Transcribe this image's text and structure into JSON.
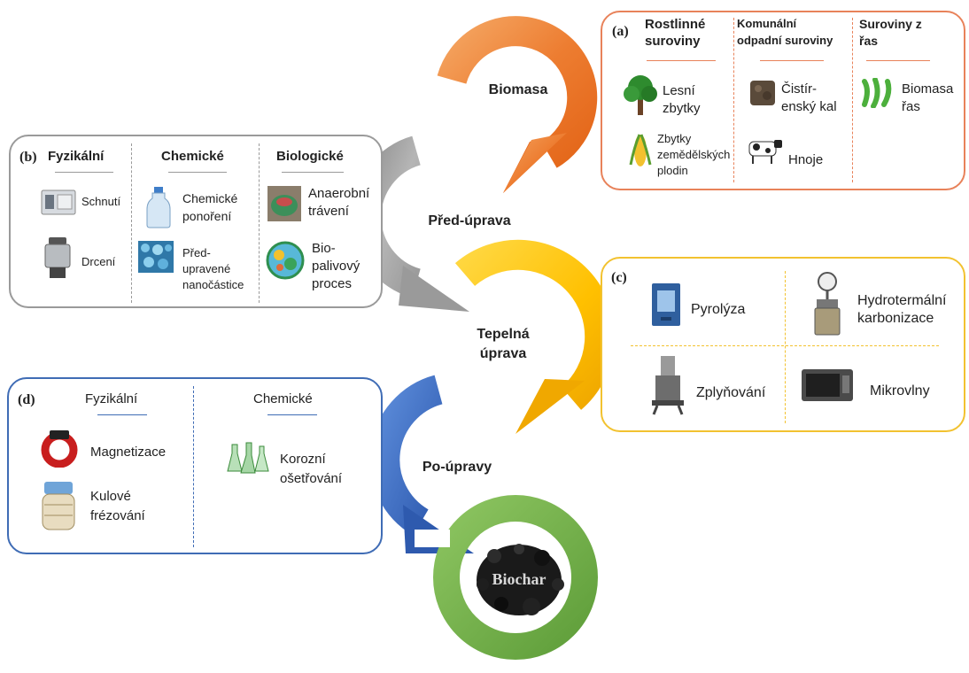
{
  "stages": {
    "biomasa": "Biomasa",
    "pred_uprava": "Před-úprava",
    "tepelna_1": "Tepelná",
    "tepelna_2": "úprava",
    "po_upravy": "Po-úpravy",
    "biochar": "Biochar"
  },
  "box_a": {
    "letter": "(a)",
    "col1_title_1": "Rostlinné",
    "col1_title_2": "suroviny",
    "col2_title_1": "Komunální",
    "col2_title_2": "odpadní suroviny",
    "col3_title_1": "Suroviny z",
    "col3_title_2": "řas",
    "tree_1": "Lesní",
    "tree_2": "zbytky",
    "corn_1": "Zbytky",
    "corn_2": "zemědělských",
    "corn_3": "plodin",
    "sludge_1": "Čistír-",
    "sludge_2": "enský kal",
    "cow": "Hnoje",
    "algae_1": "Biomasa",
    "algae_2": "řas"
  },
  "box_b": {
    "letter": "(b)",
    "col1_title": "Fyzikální",
    "col2_title": "Chemické",
    "col3_title": "Biologické",
    "drying": "Schnutí",
    "crushing": "Drcení",
    "soak_1": "Chemické",
    "soak_2": "ponoření",
    "nano_1": "Před-",
    "nano_2": "upravené",
    "nano_3": "nanočástice",
    "anaer_1": "Anaerobní",
    "anaer_2": "trávení",
    "biofuel_1": "Bio-",
    "biofuel_2": "palivový",
    "biofuel_3": "proces"
  },
  "box_c": {
    "letter": "(c)",
    "pyrolysis": "Pyrolýza",
    "htc_1": "Hydrotermální",
    "htc_2": "karbonizace",
    "gasification": "Zplyňování",
    "microwave": "Mikrovlny"
  },
  "box_d": {
    "letter": "(d)",
    "col1_title": "Fyzikální",
    "col2_title": "Chemické",
    "magnet": "Magnetizace",
    "ball_1": "Kulové",
    "ball_2": "frézování",
    "corr_1": "Korozní",
    "corr_2": "ošetřování"
  },
  "colors": {
    "stage1": "#ED7D31",
    "stage2": "#A5A5A5",
    "stage3": "#FFC000",
    "stage4": "#4472C4",
    "stage5": "#70AD47"
  },
  "icons": [
    "tree-icon",
    "corn-icon",
    "sludge-icon",
    "cow-icon",
    "algae-icon",
    "oven-icon",
    "mill-icon",
    "bottle-icon",
    "nanoparticles-icon",
    "digester-icon",
    "biofuel-icon",
    "pyrolysis-reactor-icon",
    "autoclave-icon",
    "gasifier-icon",
    "microwave-icon",
    "magnet-icon",
    "ball-mill-icon",
    "flasks-icon",
    "biochar-icon"
  ]
}
